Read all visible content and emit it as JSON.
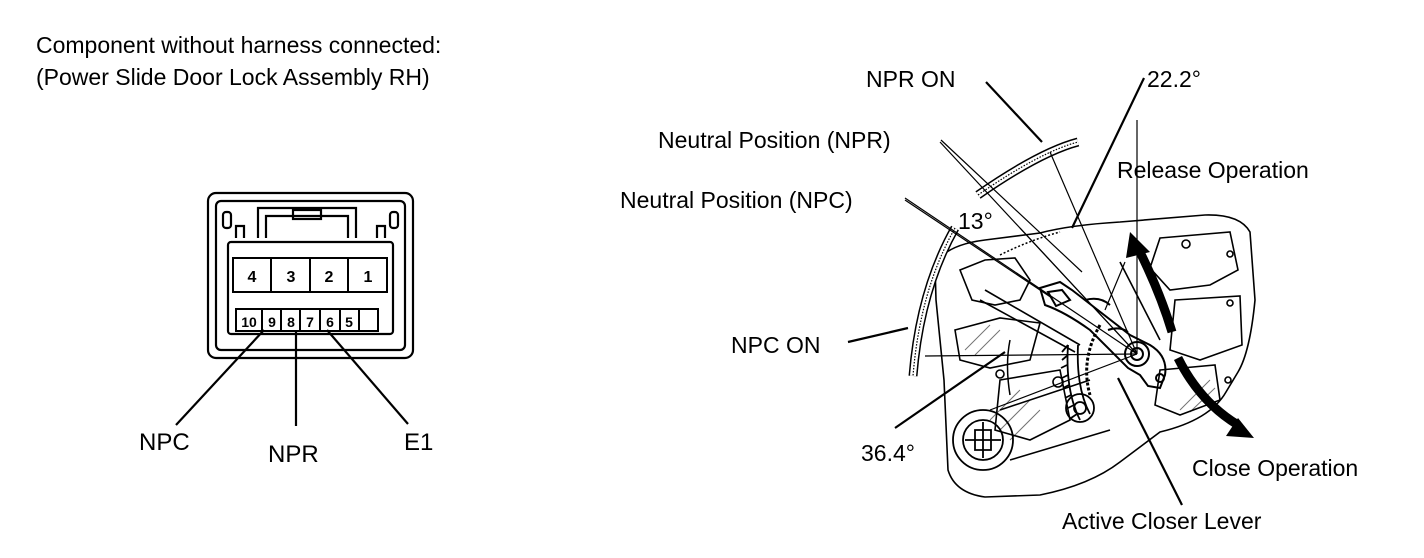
{
  "header": {
    "line1": "Component without harness connected:",
    "line2": "(Power Slide Door Lock Assembly RH)"
  },
  "connector": {
    "upper_pins": [
      "4",
      "3",
      "2",
      "1"
    ],
    "lower_pins": [
      "10",
      "9",
      "8",
      "7",
      "6",
      "5"
    ],
    "labels": {
      "npc": "NPC",
      "npr": "NPR",
      "e1": "E1"
    }
  },
  "mechanism": {
    "npr_on": "NPR ON",
    "angle_22": "22.2°",
    "neutral_npr": "Neutral Position (NPR)",
    "neutral_npc": "Neutral Position (NPC)",
    "angle_13": "13°",
    "release_operation": "Release Operation",
    "npc_on": "NPC ON",
    "angle_36": "36.4°",
    "close_operation": "Close Operation",
    "active_closer_lever": "Active Closer Lever"
  }
}
